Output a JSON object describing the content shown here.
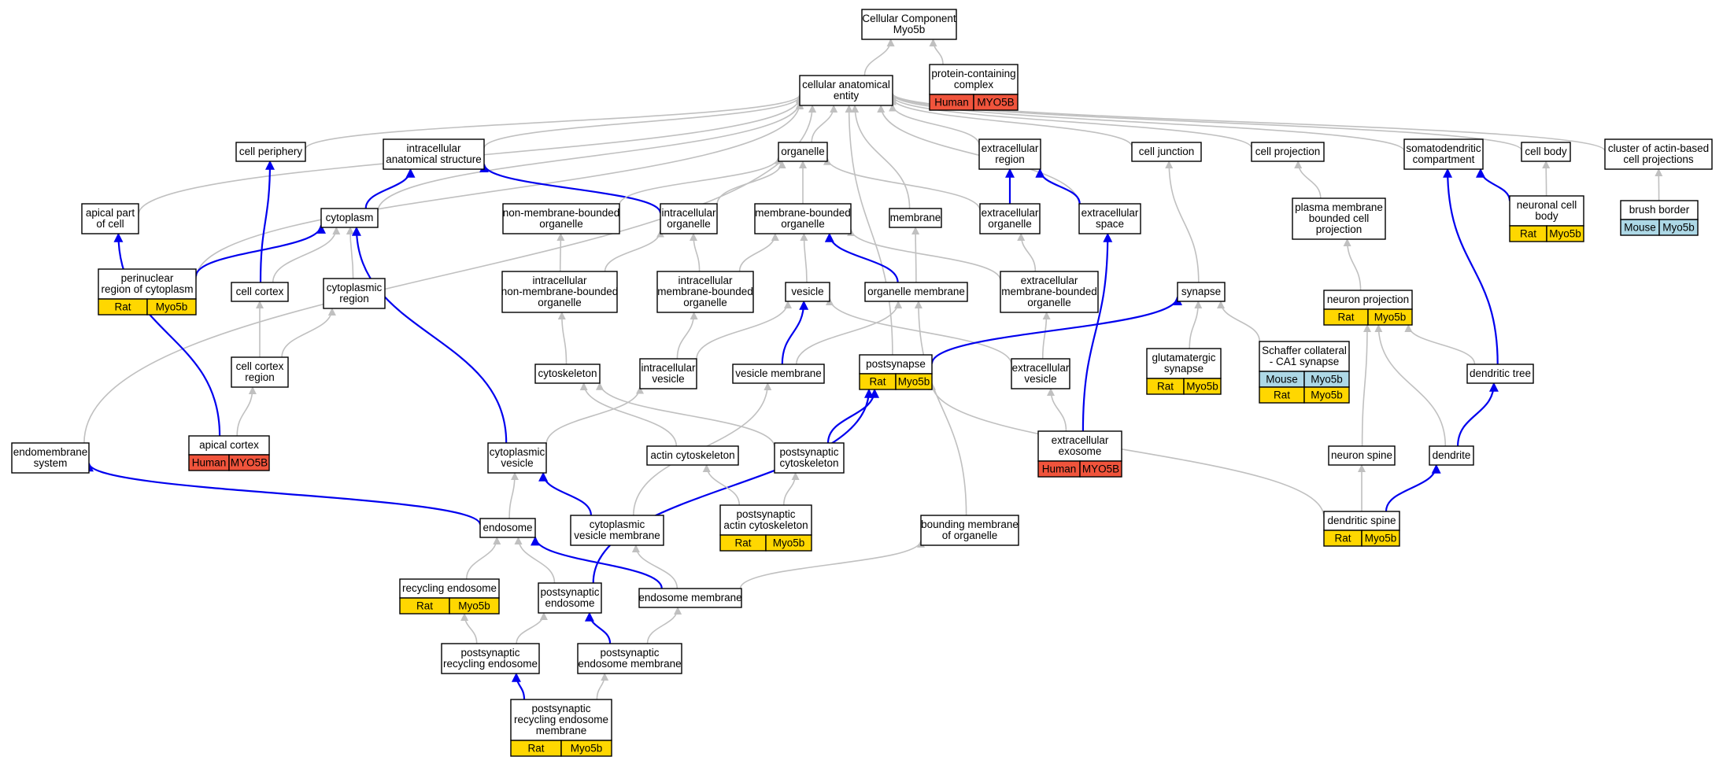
{
  "colors": {
    "human": "#f0543c",
    "rat": "#ffd700",
    "mouse": "#add8e6",
    "edge_regular": "#c0c0c0",
    "edge_highlight": "#0000ee"
  },
  "nodes": [
    {
      "id": "cc",
      "lines": [
        "Cellular Component",
        "Myo5b"
      ],
      "tags": []
    },
    {
      "id": "pcc",
      "lines": [
        "protein-containing",
        "complex"
      ],
      "tags": [
        {
          "species": "Human",
          "gene": "MYO5B",
          "color": "human"
        }
      ]
    },
    {
      "id": "cae",
      "lines": [
        "cellular anatomical",
        "entity"
      ],
      "tags": []
    },
    {
      "id": "cper",
      "lines": [
        "cell periphery"
      ],
      "tags": []
    },
    {
      "id": "ias",
      "lines": [
        "intracellular",
        "anatomical structure"
      ],
      "tags": []
    },
    {
      "id": "org",
      "lines": [
        "organelle"
      ],
      "tags": []
    },
    {
      "id": "ecr",
      "lines": [
        "extracellular",
        "region"
      ],
      "tags": []
    },
    {
      "id": "cj",
      "lines": [
        "cell junction"
      ],
      "tags": []
    },
    {
      "id": "cproj",
      "lines": [
        "cell projection"
      ],
      "tags": []
    },
    {
      "id": "sdc",
      "lines": [
        "somatodendritic",
        "compartment"
      ],
      "tags": []
    },
    {
      "id": "cb",
      "lines": [
        "cell body"
      ],
      "tags": []
    },
    {
      "id": "cabp",
      "lines": [
        "cluster of actin-based",
        "cell projections"
      ],
      "tags": []
    },
    {
      "id": "apc",
      "lines": [
        "apical part",
        "of cell"
      ],
      "tags": []
    },
    {
      "id": "cyto",
      "lines": [
        "cytoplasm"
      ],
      "tags": []
    },
    {
      "id": "nmbo",
      "lines": [
        "non-membrane-bounded",
        "organelle"
      ],
      "tags": []
    },
    {
      "id": "io",
      "lines": [
        "intracellular",
        "organelle"
      ],
      "tags": []
    },
    {
      "id": "mbo",
      "lines": [
        "membrane-bounded",
        "organelle"
      ],
      "tags": []
    },
    {
      "id": "memb",
      "lines": [
        "membrane"
      ],
      "tags": []
    },
    {
      "id": "eco",
      "lines": [
        "extracellular",
        "organelle"
      ],
      "tags": []
    },
    {
      "id": "ecs",
      "lines": [
        "extracellular",
        "space"
      ],
      "tags": []
    },
    {
      "id": "pmbcp",
      "lines": [
        "plasma membrane",
        "bounded cell",
        "projection"
      ],
      "tags": []
    },
    {
      "id": "ncb",
      "lines": [
        "neuronal cell",
        "body"
      ],
      "tags": [
        {
          "species": "Rat",
          "gene": "Myo5b",
          "color": "rat"
        }
      ]
    },
    {
      "id": "bb",
      "lines": [
        "brush border"
      ],
      "tags": [
        {
          "species": "Mouse",
          "gene": "Myo5b",
          "color": "mouse"
        }
      ]
    },
    {
      "id": "prc",
      "lines": [
        "perinuclear",
        "region of cytoplasm"
      ],
      "tags": [
        {
          "species": "Rat",
          "gene": "Myo5b",
          "color": "rat"
        }
      ]
    },
    {
      "id": "ccor",
      "lines": [
        "cell cortex"
      ],
      "tags": []
    },
    {
      "id": "cytr",
      "lines": [
        "cytoplasmic",
        "region"
      ],
      "tags": []
    },
    {
      "id": "inmbo",
      "lines": [
        "intracellular",
        "non-membrane-bounded",
        "organelle"
      ],
      "tags": []
    },
    {
      "id": "imbo",
      "lines": [
        "intracellular",
        "membrane-bounded",
        "organelle"
      ],
      "tags": []
    },
    {
      "id": "ves",
      "lines": [
        "vesicle"
      ],
      "tags": []
    },
    {
      "id": "orgm",
      "lines": [
        "organelle membrane"
      ],
      "tags": []
    },
    {
      "id": "embo",
      "lines": [
        "extracellular",
        "membrane-bounded",
        "organelle"
      ],
      "tags": []
    },
    {
      "id": "syn",
      "lines": [
        "synapse"
      ],
      "tags": []
    },
    {
      "id": "np",
      "lines": [
        "neuron projection"
      ],
      "tags": [
        {
          "species": "Rat",
          "gene": "Myo5b",
          "color": "rat"
        }
      ]
    },
    {
      "id": "ccr",
      "lines": [
        "cell cortex",
        "region"
      ],
      "tags": []
    },
    {
      "id": "cytsk",
      "lines": [
        "cytoskeleton"
      ],
      "tags": []
    },
    {
      "id": "iv",
      "lines": [
        "intracellular",
        "vesicle"
      ],
      "tags": []
    },
    {
      "id": "vm",
      "lines": [
        "vesicle membrane"
      ],
      "tags": []
    },
    {
      "id": "pss",
      "lines": [
        "postsynapse"
      ],
      "tags": [
        {
          "species": "Rat",
          "gene": "Myo5b",
          "color": "rat"
        }
      ]
    },
    {
      "id": "ecv",
      "lines": [
        "extracellular",
        "vesicle"
      ],
      "tags": []
    },
    {
      "id": "gs",
      "lines": [
        "glutamatergic",
        "synapse"
      ],
      "tags": [
        {
          "species": "Rat",
          "gene": "Myo5b",
          "color": "rat"
        }
      ]
    },
    {
      "id": "sca1",
      "lines": [
        "Schaffer collateral",
        "- CA1 synapse"
      ],
      "tags": [
        {
          "species": "Mouse",
          "gene": "Myo5b",
          "color": "mouse"
        },
        {
          "species": "Rat",
          "gene": "Myo5b",
          "color": "rat"
        }
      ]
    },
    {
      "id": "dt",
      "lines": [
        "dendritic tree"
      ],
      "tags": []
    },
    {
      "id": "ems",
      "lines": [
        "endomembrane",
        "system"
      ],
      "tags": []
    },
    {
      "id": "apcx",
      "lines": [
        "apical cortex"
      ],
      "tags": [
        {
          "species": "Human",
          "gene": "MYO5B",
          "color": "human"
        }
      ]
    },
    {
      "id": "cv",
      "lines": [
        "cytoplasmic",
        "vesicle"
      ],
      "tags": []
    },
    {
      "id": "acs",
      "lines": [
        "actin cytoskeleton"
      ],
      "tags": []
    },
    {
      "id": "pcs",
      "lines": [
        "postsynaptic",
        "cytoskeleton"
      ],
      "tags": []
    },
    {
      "id": "exo",
      "lines": [
        "extracellular",
        "exosome"
      ],
      "tags": [
        {
          "species": "Human",
          "gene": "MYO5B",
          "color": "human"
        }
      ]
    },
    {
      "id": "nsp",
      "lines": [
        "neuron spine"
      ],
      "tags": []
    },
    {
      "id": "den",
      "lines": [
        "dendrite"
      ],
      "tags": []
    },
    {
      "id": "endo",
      "lines": [
        "endosome"
      ],
      "tags": []
    },
    {
      "id": "cvm",
      "lines": [
        "cytoplasmic",
        "vesicle membrane"
      ],
      "tags": []
    },
    {
      "id": "pacs",
      "lines": [
        "postsynaptic",
        "actin cytoskeleton"
      ],
      "tags": [
        {
          "species": "Rat",
          "gene": "Myo5b",
          "color": "rat"
        }
      ]
    },
    {
      "id": "bmo",
      "lines": [
        "bounding membrane",
        "of organelle"
      ],
      "tags": []
    },
    {
      "id": "dsp",
      "lines": [
        "dendritic spine"
      ],
      "tags": [
        {
          "species": "Rat",
          "gene": "Myo5b",
          "color": "rat"
        }
      ]
    },
    {
      "id": "re",
      "lines": [
        "recycling endosome"
      ],
      "tags": [
        {
          "species": "Rat",
          "gene": "Myo5b",
          "color": "rat"
        }
      ]
    },
    {
      "id": "pse",
      "lines": [
        "postsynaptic",
        "endosome"
      ],
      "tags": []
    },
    {
      "id": "em",
      "lines": [
        "endosome membrane"
      ],
      "tags": []
    },
    {
      "id": "psre",
      "lines": [
        "postsynaptic",
        "recycling endosome"
      ],
      "tags": []
    },
    {
      "id": "psem",
      "lines": [
        "postsynaptic",
        "endosome membrane"
      ],
      "tags": []
    },
    {
      "id": "psrem",
      "lines": [
        "postsynaptic",
        "recycling endosome",
        "membrane"
      ],
      "tags": [
        {
          "species": "Rat",
          "gene": "Myo5b",
          "color": "rat"
        }
      ]
    }
  ],
  "edges": [
    {
      "from": "pcc",
      "to": "cc",
      "kind": "regular"
    },
    {
      "from": "cae",
      "to": "cc",
      "kind": "regular"
    },
    {
      "from": "cper",
      "to": "cae",
      "kind": "regular"
    },
    {
      "from": "ias",
      "to": "cae",
      "kind": "regular"
    },
    {
      "from": "org",
      "to": "cae",
      "kind": "regular"
    },
    {
      "from": "ecr",
      "to": "cae",
      "kind": "regular"
    },
    {
      "from": "cj",
      "to": "cae",
      "kind": "regular"
    },
    {
      "from": "cproj",
      "to": "cae",
      "kind": "regular"
    },
    {
      "from": "sdc",
      "to": "cae",
      "kind": "regular"
    },
    {
      "from": "cb",
      "to": "cae",
      "kind": "regular"
    },
    {
      "from": "cabp",
      "to": "cae",
      "kind": "regular"
    },
    {
      "from": "apc",
      "to": "cae",
      "kind": "regular"
    },
    {
      "from": "cyto",
      "to": "cae",
      "kind": "regular"
    },
    {
      "from": "memb",
      "to": "cae",
      "kind": "regular"
    },
    {
      "from": "ecs",
      "to": "cae",
      "kind": "regular"
    },
    {
      "from": "prc",
      "to": "cae",
      "kind": "regular"
    },
    {
      "from": "ems",
      "to": "cae",
      "kind": "regular"
    },
    {
      "from": "pss",
      "to": "cae",
      "kind": "regular"
    },
    {
      "from": "cyto",
      "to": "ias",
      "kind": "highlight"
    },
    {
      "from": "io",
      "to": "ias",
      "kind": "highlight"
    },
    {
      "from": "nmbo",
      "to": "org",
      "kind": "regular"
    },
    {
      "from": "io",
      "to": "org",
      "kind": "regular"
    },
    {
      "from": "mbo",
      "to": "org",
      "kind": "regular"
    },
    {
      "from": "eco",
      "to": "org",
      "kind": "regular"
    },
    {
      "from": "eco",
      "to": "ecr",
      "kind": "highlight"
    },
    {
      "from": "ecs",
      "to": "ecr",
      "kind": "highlight"
    },
    {
      "from": "pmbcp",
      "to": "cproj",
      "kind": "regular"
    },
    {
      "from": "ncb",
      "to": "sdc",
      "kind": "highlight"
    },
    {
      "from": "dt",
      "to": "sdc",
      "kind": "highlight"
    },
    {
      "from": "ncb",
      "to": "cb",
      "kind": "regular"
    },
    {
      "from": "bb",
      "to": "cabp",
      "kind": "regular"
    },
    {
      "from": "apcx",
      "to": "apc",
      "kind": "highlight"
    },
    {
      "from": "prc",
      "to": "cyto",
      "kind": "highlight"
    },
    {
      "from": "ccor",
      "to": "cyto",
      "kind": "regular"
    },
    {
      "from": "cytr",
      "to": "cyto",
      "kind": "regular"
    },
    {
      "from": "cv",
      "to": "cyto",
      "kind": "highlight"
    },
    {
      "from": "ccor",
      "to": "cper",
      "kind": "highlight"
    },
    {
      "from": "inmbo",
      "to": "nmbo",
      "kind": "regular"
    },
    {
      "from": "inmbo",
      "to": "io",
      "kind": "regular"
    },
    {
      "from": "imbo",
      "to": "io",
      "kind": "regular"
    },
    {
      "from": "imbo",
      "to": "mbo",
      "kind": "regular"
    },
    {
      "from": "ves",
      "to": "mbo",
      "kind": "regular"
    },
    {
      "from": "orgm",
      "to": "mbo",
      "kind": "highlight"
    },
    {
      "from": "embo",
      "to": "mbo",
      "kind": "regular"
    },
    {
      "from": "orgm",
      "to": "memb",
      "kind": "regular"
    },
    {
      "from": "embo",
      "to": "eco",
      "kind": "regular"
    },
    {
      "from": "exo",
      "to": "ecs",
      "kind": "highlight"
    },
    {
      "from": "syn",
      "to": "cj",
      "kind": "regular"
    },
    {
      "from": "np",
      "to": "pmbcp",
      "kind": "regular"
    },
    {
      "from": "ccr",
      "to": "ccor",
      "kind": "regular"
    },
    {
      "from": "ccr",
      "to": "cytr",
      "kind": "regular"
    },
    {
      "from": "apcx",
      "to": "ccr",
      "kind": "regular"
    },
    {
      "from": "cytsk",
      "to": "inmbo",
      "kind": "regular"
    },
    {
      "from": "iv",
      "to": "imbo",
      "kind": "regular"
    },
    {
      "from": "iv",
      "to": "ves",
      "kind": "regular"
    },
    {
      "from": "ecv",
      "to": "ves",
      "kind": "regular"
    },
    {
      "from": "vm",
      "to": "ves",
      "kind": "highlight"
    },
    {
      "from": "vm",
      "to": "orgm",
      "kind": "regular"
    },
    {
      "from": "bmo",
      "to": "orgm",
      "kind": "regular"
    },
    {
      "from": "ecv",
      "to": "embo",
      "kind": "regular"
    },
    {
      "from": "pss",
      "to": "syn",
      "kind": "highlight"
    },
    {
      "from": "gs",
      "to": "syn",
      "kind": "regular"
    },
    {
      "from": "sca1",
      "to": "syn",
      "kind": "regular"
    },
    {
      "from": "dt",
      "to": "np",
      "kind": "regular"
    },
    {
      "from": "den",
      "to": "np",
      "kind": "regular"
    },
    {
      "from": "nsp",
      "to": "np",
      "kind": "regular"
    },
    {
      "from": "den",
      "to": "dt",
      "kind": "highlight"
    },
    {
      "from": "dsp",
      "to": "den",
      "kind": "highlight"
    },
    {
      "from": "dsp",
      "to": "nsp",
      "kind": "regular"
    },
    {
      "from": "dsp",
      "to": "pss",
      "kind": "regular"
    },
    {
      "from": "pcs",
      "to": "pss",
      "kind": "highlight"
    },
    {
      "from": "pse",
      "to": "pss",
      "kind": "highlight"
    },
    {
      "from": "acs",
      "to": "cytsk",
      "kind": "regular"
    },
    {
      "from": "pcs",
      "to": "cytsk",
      "kind": "regular"
    },
    {
      "from": "pacs",
      "to": "acs",
      "kind": "regular"
    },
    {
      "from": "pacs",
      "to": "pcs",
      "kind": "regular"
    },
    {
      "from": "cv",
      "to": "iv",
      "kind": "regular"
    },
    {
      "from": "cvm",
      "to": "vm",
      "kind": "regular"
    },
    {
      "from": "cvm",
      "to": "cv",
      "kind": "highlight"
    },
    {
      "from": "exo",
      "to": "ecv",
      "kind": "regular"
    },
    {
      "from": "endo",
      "to": "ems",
      "kind": "highlight"
    },
    {
      "from": "endo",
      "to": "cv",
      "kind": "regular"
    },
    {
      "from": "em",
      "to": "cvm",
      "kind": "regular"
    },
    {
      "from": "em",
      "to": "endo",
      "kind": "highlight"
    },
    {
      "from": "em",
      "to": "bmo",
      "kind": "regular"
    },
    {
      "from": "re",
      "to": "endo",
      "kind": "regular"
    },
    {
      "from": "pse",
      "to": "endo",
      "kind": "regular"
    },
    {
      "from": "psre",
      "to": "re",
      "kind": "regular"
    },
    {
      "from": "psre",
      "to": "pse",
      "kind": "regular"
    },
    {
      "from": "psem",
      "to": "pse",
      "kind": "highlight"
    },
    {
      "from": "psem",
      "to": "em",
      "kind": "regular"
    },
    {
      "from": "psrem",
      "to": "psre",
      "kind": "highlight"
    },
    {
      "from": "psrem",
      "to": "psem",
      "kind": "regular"
    }
  ]
}
